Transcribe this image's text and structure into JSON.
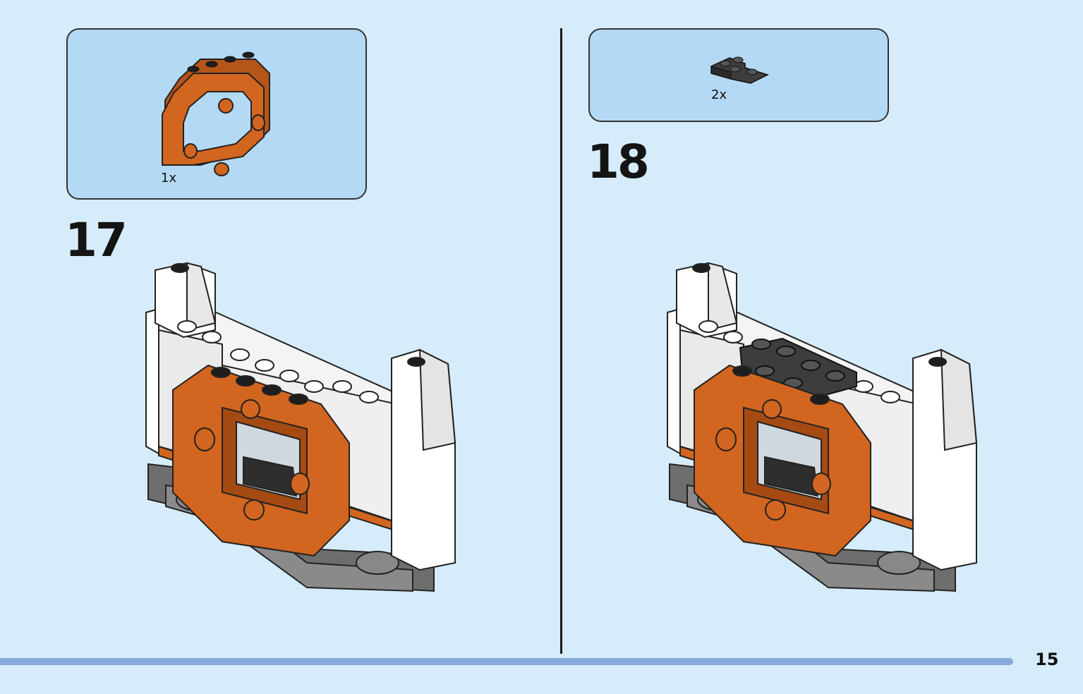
{
  "steps": [
    {
      "number": "17",
      "part": {
        "icon": "orange-octagonal-frame-icon",
        "quantity": "1x",
        "color": "#d2651f"
      }
    },
    {
      "number": "18",
      "part": {
        "icon": "dark-gray-corner-plate-icon",
        "quantity": "2x",
        "color": "#3d3d3d"
      }
    }
  ],
  "footer": {
    "page_number": "15",
    "progress_color": "#86a9dd",
    "progress_fraction": 1.0
  },
  "colors": {
    "background": "#d6ecfa",
    "parts_box": "#b4d9f4",
    "orange": "#d2651f",
    "white_brick": "#f7f7f7",
    "dark_gray": "#3d3d3d",
    "gray": "#6e6e6e"
  }
}
